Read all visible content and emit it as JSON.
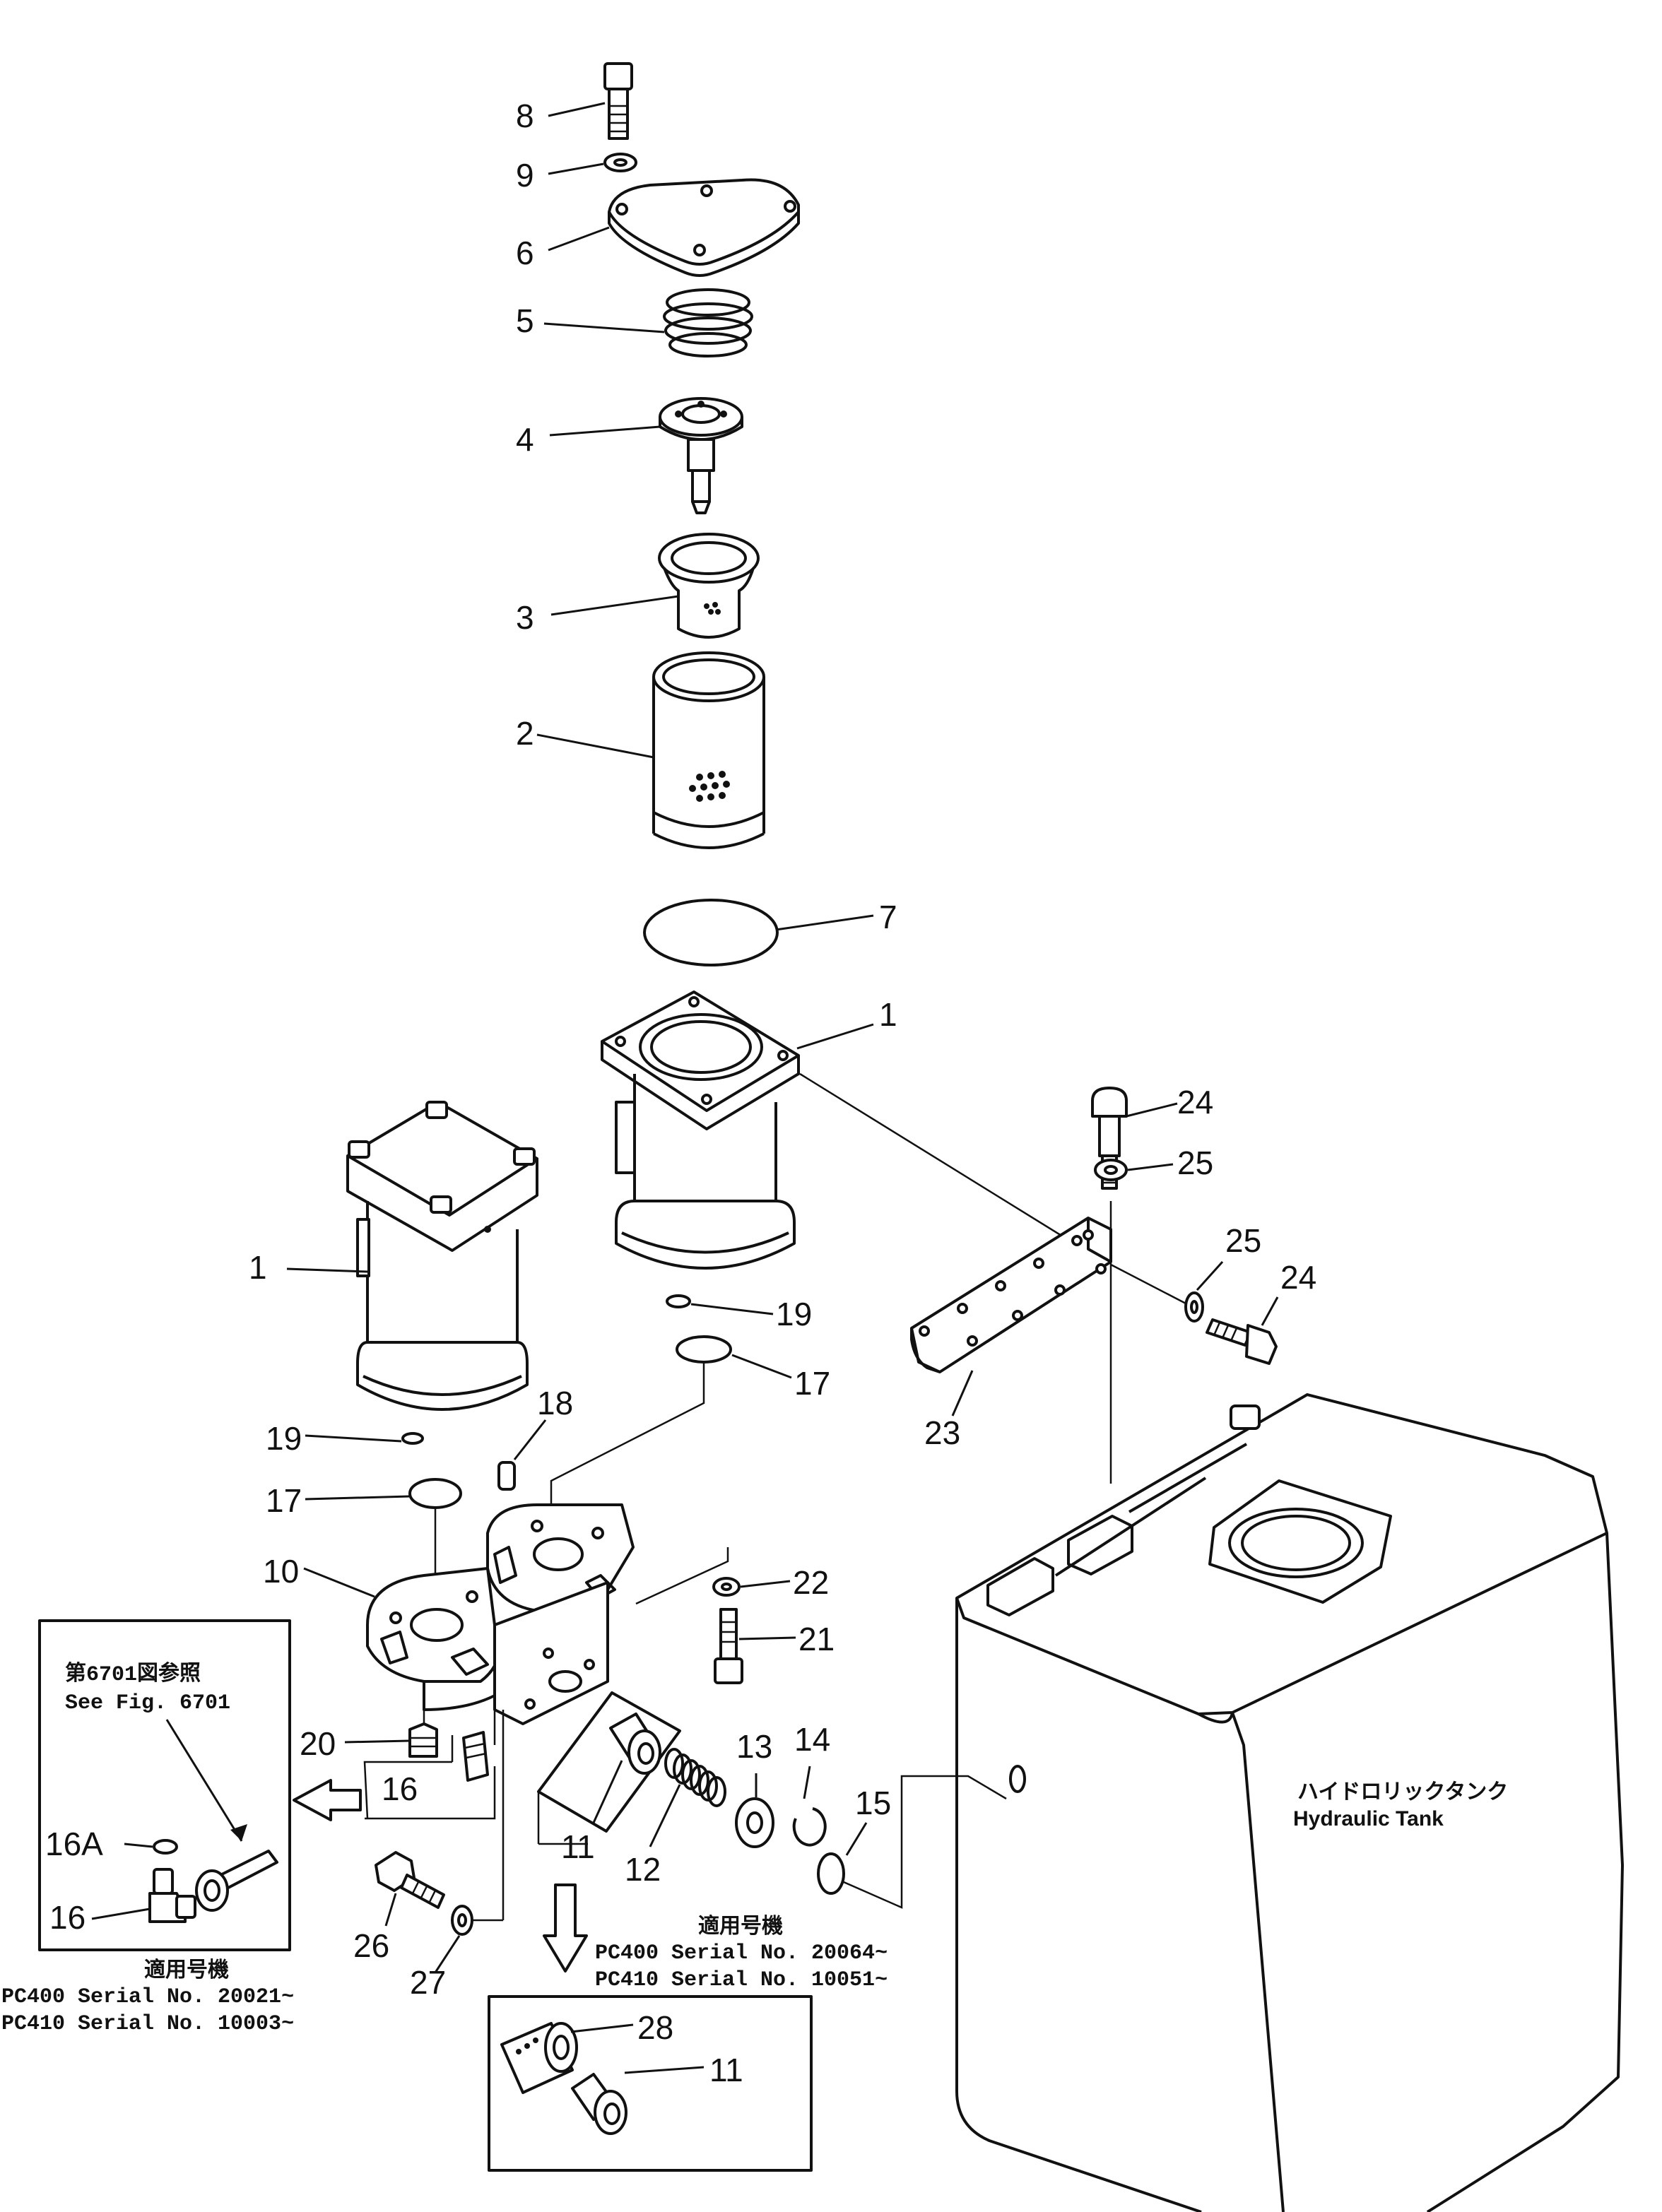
{
  "parts": {
    "p1a": "1",
    "p1b": "1",
    "p2": "2",
    "p3": "3",
    "p4": "4",
    "p5": "5",
    "p6": "6",
    "p7": "7",
    "p8": "8",
    "p9": "9",
    "p10": "10",
    "p11a": "11",
    "p11b": "11",
    "p12": "12",
    "p13": "13",
    "p14": "14",
    "p15": "15",
    "p16a": "16",
    "p16b": "16",
    "p16A": "16A",
    "p17a": "17",
    "p17b": "17",
    "p18": "18",
    "p19a": "19",
    "p19b": "19",
    "p20": "20",
    "p21": "21",
    "p22": "22",
    "p23": "23",
    "p24a": "24",
    "p24b": "24",
    "p25a": "25",
    "p25b": "25",
    "p26": "26",
    "p27": "27",
    "p28": "28"
  },
  "inset_left": {
    "ref_jp": "第6701図参照",
    "ref_en": "See Fig. 6701",
    "applicable_jp": "適用号機",
    "line1": "PC400  Serial  No.  20021~",
    "line2": "PC410  Serial  No.  10003~"
  },
  "inset_bottom": {
    "applicable_jp": "適用号機",
    "line1": "PC400  Serial  No.  20064~",
    "line2": "PC410  Serial  No.  10051~"
  },
  "tank": {
    "label_jp": "ハイドロリックタンク",
    "label_en": "Hydraulic  Tank"
  }
}
